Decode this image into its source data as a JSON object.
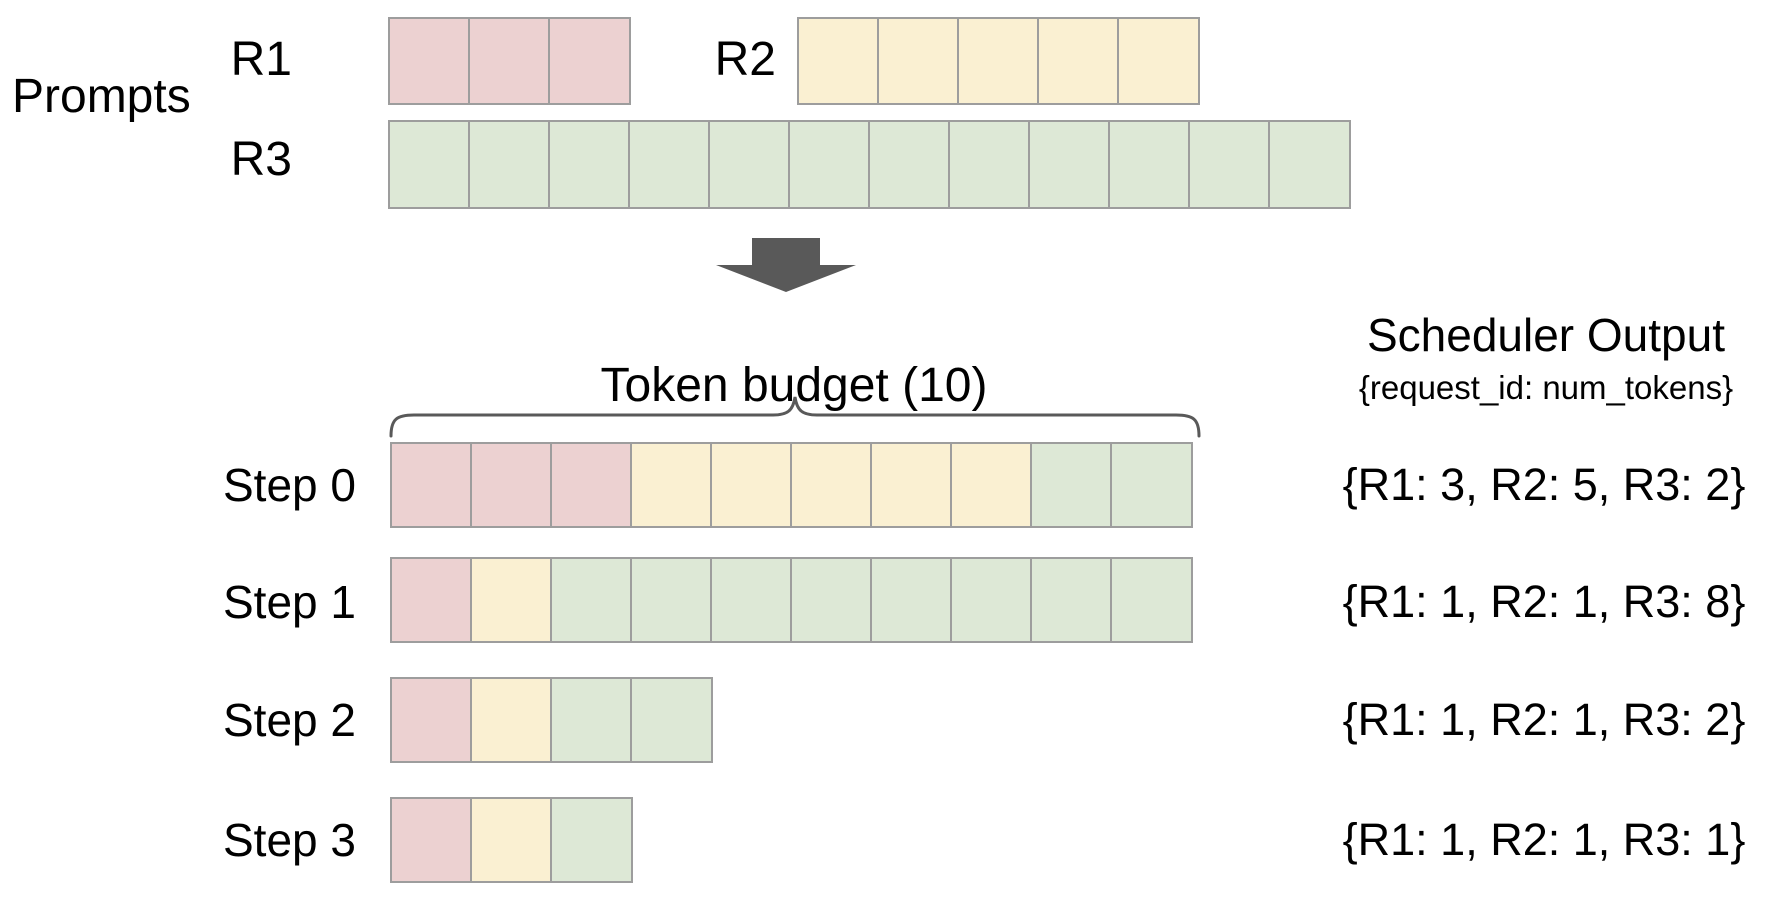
{
  "colors": {
    "R1": "#ecd1d1",
    "R2": "#faf0d2",
    "R3": "#dde8d6",
    "border": "#9d9d9d",
    "arrow": "#595959",
    "brace": "#595959"
  },
  "prompts": {
    "label": "Prompts",
    "r1": {
      "label": "R1",
      "segments": [
        {
          "request": "R1",
          "count": 3
        }
      ]
    },
    "r2": {
      "label": "R2",
      "segments": [
        {
          "request": "R2",
          "count": 5
        }
      ]
    },
    "r3": {
      "label": "R3",
      "segments": [
        {
          "request": "R3",
          "count": 12
        }
      ]
    }
  },
  "token_budget": {
    "label": "Token budget (10)",
    "value": 10
  },
  "scheduler": {
    "title": "Scheduler Output",
    "subtitle": "{request_id: num_tokens}"
  },
  "steps": [
    {
      "label": "Step 0",
      "segments": [
        {
          "request": "R1",
          "count": 3
        },
        {
          "request": "R2",
          "count": 5
        },
        {
          "request": "R3",
          "count": 2
        }
      ],
      "output": "{R1: 3, R2: 5, R3: 2}"
    },
    {
      "label": "Step 1",
      "segments": [
        {
          "request": "R1",
          "count": 1
        },
        {
          "request": "R2",
          "count": 1
        },
        {
          "request": "R3",
          "count": 8
        }
      ],
      "output": "{R1: 1, R2: 1, R3: 8}"
    },
    {
      "label": "Step 2",
      "segments": [
        {
          "request": "R1",
          "count": 1
        },
        {
          "request": "R2",
          "count": 1
        },
        {
          "request": "R3",
          "count": 2
        }
      ],
      "output": "{R1: 1, R2: 1, R3: 2}"
    },
    {
      "label": "Step 3",
      "segments": [
        {
          "request": "R1",
          "count": 1
        },
        {
          "request": "R2",
          "count": 1
        },
        {
          "request": "R3",
          "count": 1
        }
      ],
      "output": "{R1: 1, R2: 1, R3: 1}"
    }
  ]
}
